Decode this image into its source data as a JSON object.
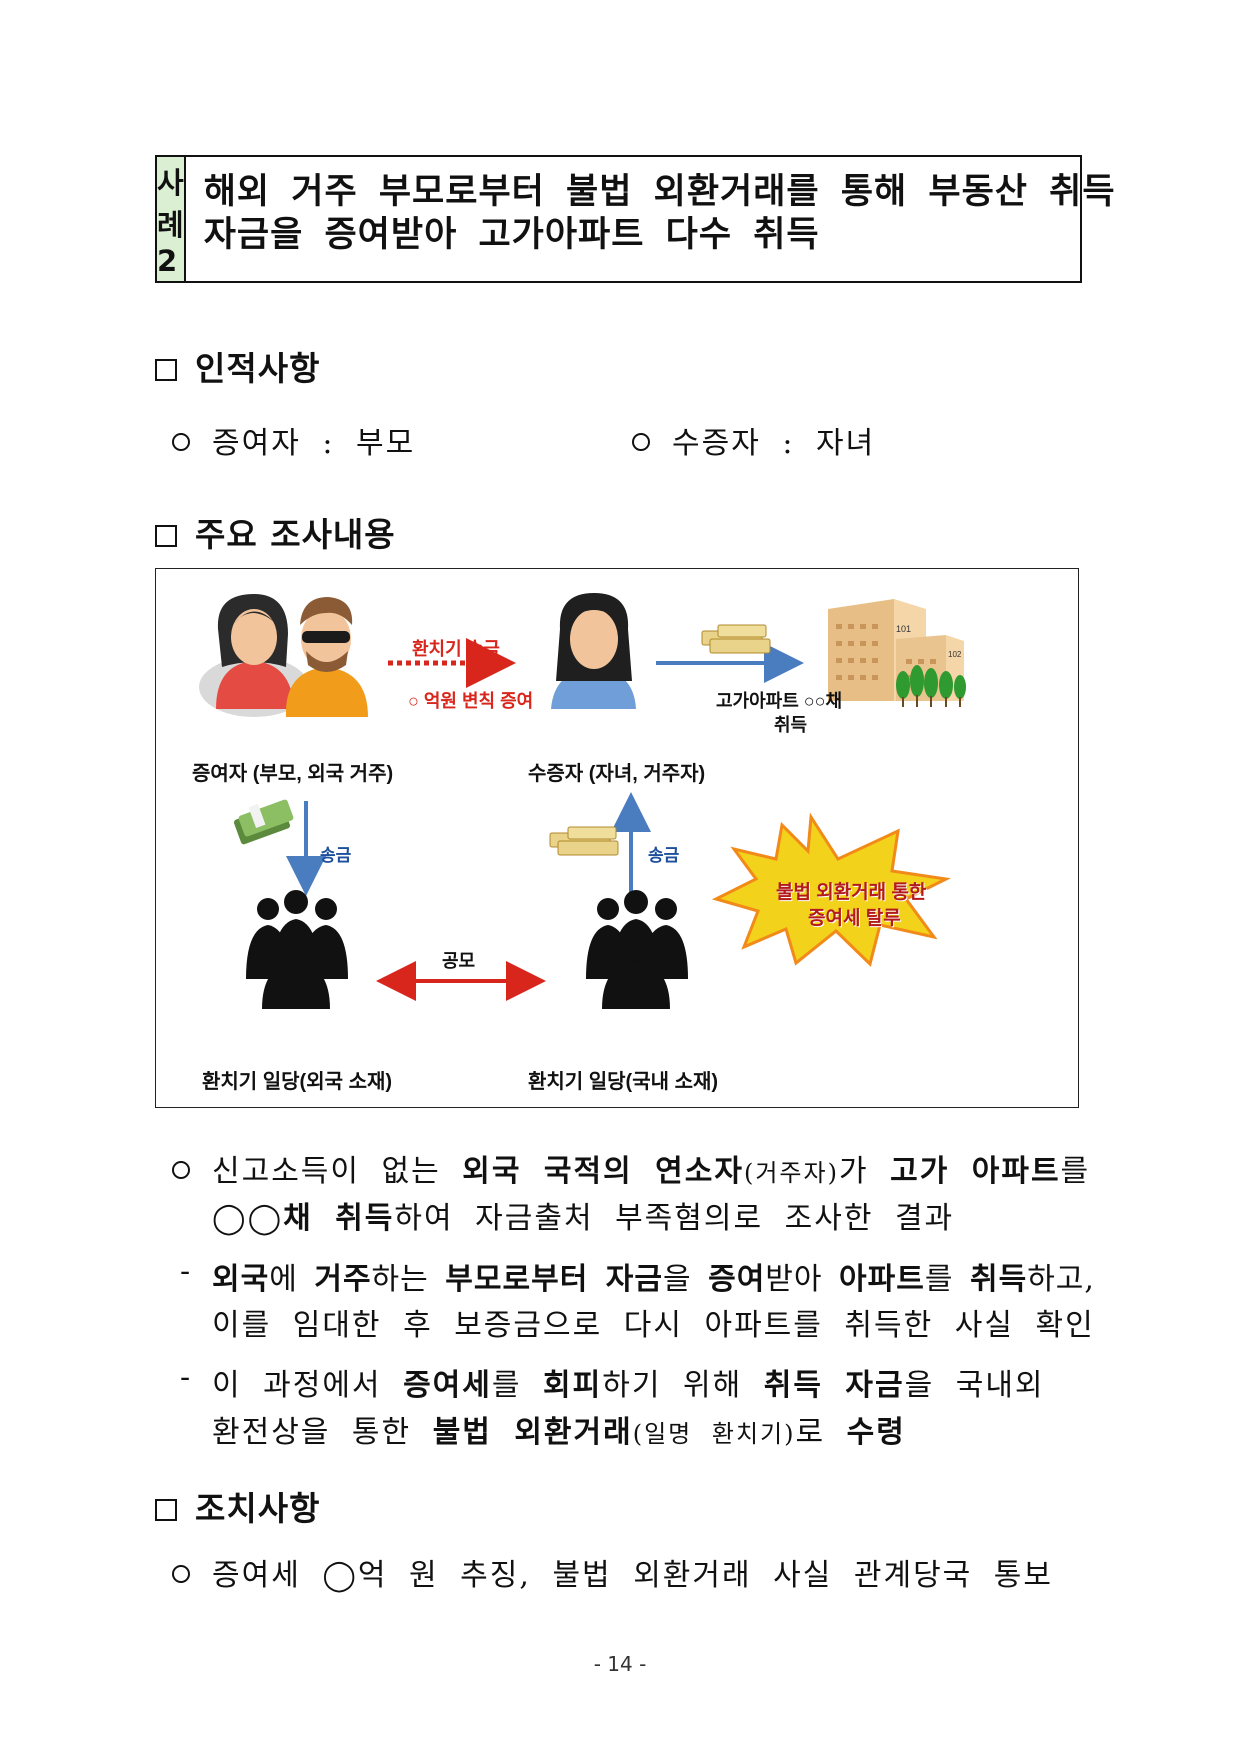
{
  "case": {
    "label": "사례 2",
    "title_line1": "해외 거주 부모로부터 불법 외환거래를 통해 부동산 취득",
    "title_line2": "자금을 증여받아 고가아파트 다수 취득"
  },
  "sections": {
    "personal": "인적사항",
    "investigation": "주요 조사내용",
    "measures": "조치사항"
  },
  "personal": {
    "donor": "증여자 : 부모",
    "recipient": "수증자 : 자녀"
  },
  "diagram": {
    "donor_label": "증여자 (부모, 외국 거주)",
    "recipient_label": "수증자  (자녀, 거주자)",
    "transfer_top": "환치기 송금",
    "transfer_bottom": "○ 억원 변칙 증여",
    "purchase_line1": "고가아파트 ○○채",
    "purchase_line2": "취득",
    "send_left": "송금",
    "send_right": "송금",
    "collusion": "공모",
    "burst_line1": "불법 외환거래 통한",
    "burst_line2": "증여세 탈루",
    "building_101": "101",
    "building_102": "102",
    "ring_foreign": "환치기 일당(외국 소재)",
    "ring_domestic": "환치기 일당(국내 소재)"
  },
  "findings": {
    "p1_a": "신고소득이 없는 ",
    "p1_b": "외국 국적의 연소자",
    "p1_c": "(거주자)",
    "p1_d": "가 ",
    "p1_e": "고가 아파트",
    "p1_f": "를",
    "p1_g": "◯◯채 취득",
    "p1_h": "하여 자금출처 부족혐의로 조사한 결과",
    "p2_a": "외국",
    "p2_b": "에 ",
    "p2_c": "거주",
    "p2_d": "하는 ",
    "p2_e": "부모로부터 자금",
    "p2_f": "을 ",
    "p2_g": "증여",
    "p2_h": "받아 ",
    "p2_i": "아파트",
    "p2_j": "를 ",
    "p2_k": "취득",
    "p2_l": "하고,",
    "p2_line2": "이를 임대한 후 보증금으로 다시 아파트를 취득한 사실 확인",
    "p3_a": "이 과정에서 ",
    "p3_b": "증여세",
    "p3_c": "를 ",
    "p3_d": "회피",
    "p3_e": "하기 위해 ",
    "p3_f": "취득 자금",
    "p3_g": "을 국내외",
    "p3_h": "환전상을 통한 ",
    "p3_i": "불법 외환거래",
    "p3_j": "(일명 환치기)",
    "p3_k": "로 ",
    "p3_l": "수령"
  },
  "measures": {
    "item": "증여세 ◯억 원 추징, 불법 외환거래 사실 관계당국 통보"
  },
  "footer": {
    "page": "- 14 -"
  },
  "colors": {
    "case_label_bg": "#dbf0d3",
    "red_arrow": "#d8261c",
    "blue_arrow": "#4a7cc0",
    "burst": "#f2d21a"
  }
}
